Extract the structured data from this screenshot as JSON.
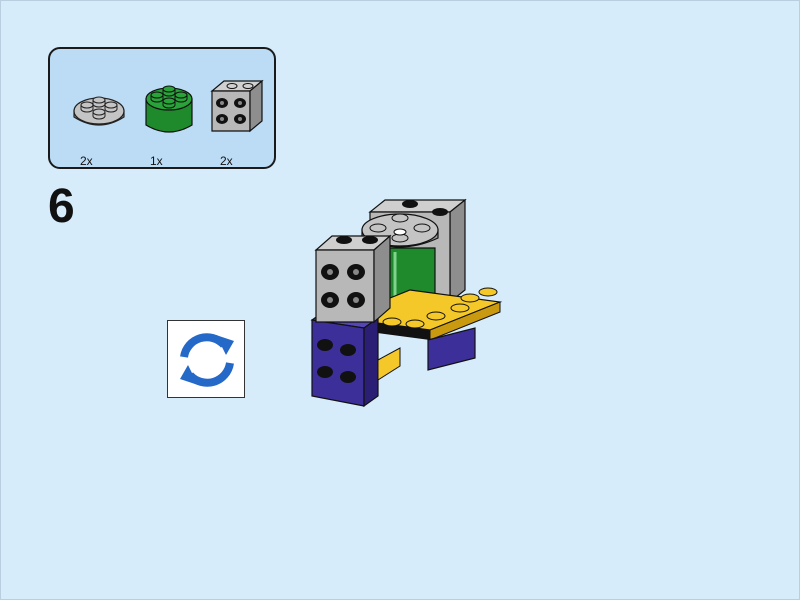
{
  "step": {
    "number": "6"
  },
  "parts": [
    {
      "icon": "gray-round-plate-2x2-icon",
      "qty": "2x",
      "color": "#b4b4b4"
    },
    {
      "icon": "green-round-brick-2x2-icon",
      "qty": "1x",
      "color": "#1e8a2c"
    },
    {
      "icon": "gray-brick-2x2-icon",
      "qty": "2x",
      "color": "#b8b8b8"
    }
  ],
  "rotate_button": {
    "icon": "rotate-arrows-icon",
    "color": "#2468c8"
  },
  "model": {
    "icon": "assembled-model-icon"
  },
  "colors": {
    "background": "#d6ecfb",
    "callout": "#bcdcf6",
    "yellow": "#f5c82a",
    "purple": "#3d2f9a",
    "gray": "#b8b8b8",
    "green": "#1e8a2c"
  }
}
